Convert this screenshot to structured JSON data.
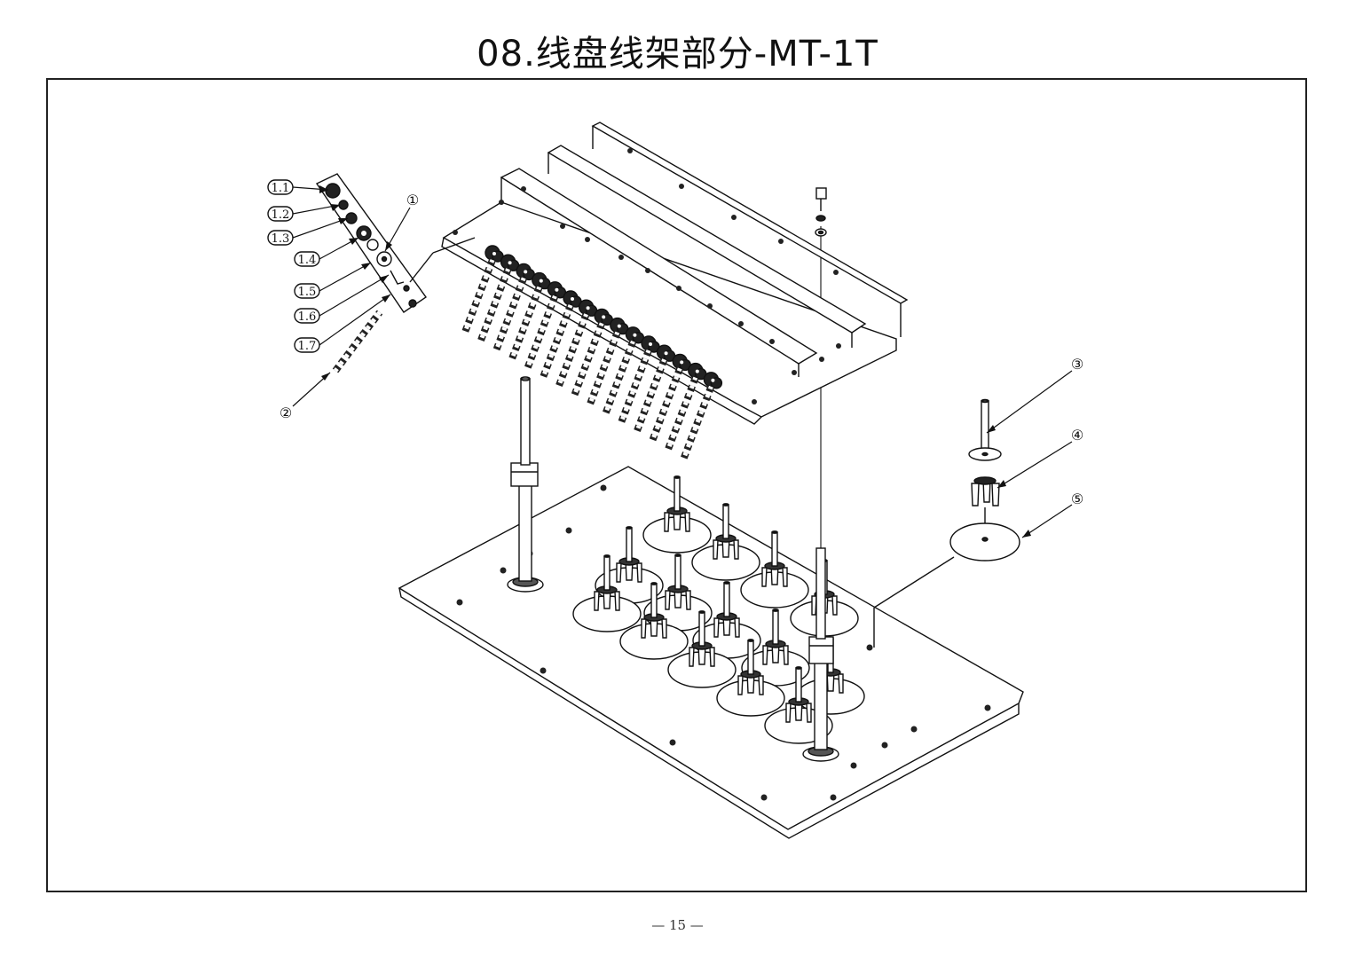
{
  "page": {
    "title": "08.线盘线架部分-MT-1T",
    "page_number": "— 15 —"
  },
  "callouts": [
    {
      "label": "1.1"
    },
    {
      "label": "1.2"
    },
    {
      "label": "1.3"
    },
    {
      "label": "1.4"
    },
    {
      "label": "1.5"
    },
    {
      "label": "1.6"
    },
    {
      "label": "1.7"
    },
    {
      "label": "①"
    },
    {
      "label": "②"
    },
    {
      "label": "③"
    },
    {
      "label": "④"
    },
    {
      "label": "⑤"
    }
  ]
}
